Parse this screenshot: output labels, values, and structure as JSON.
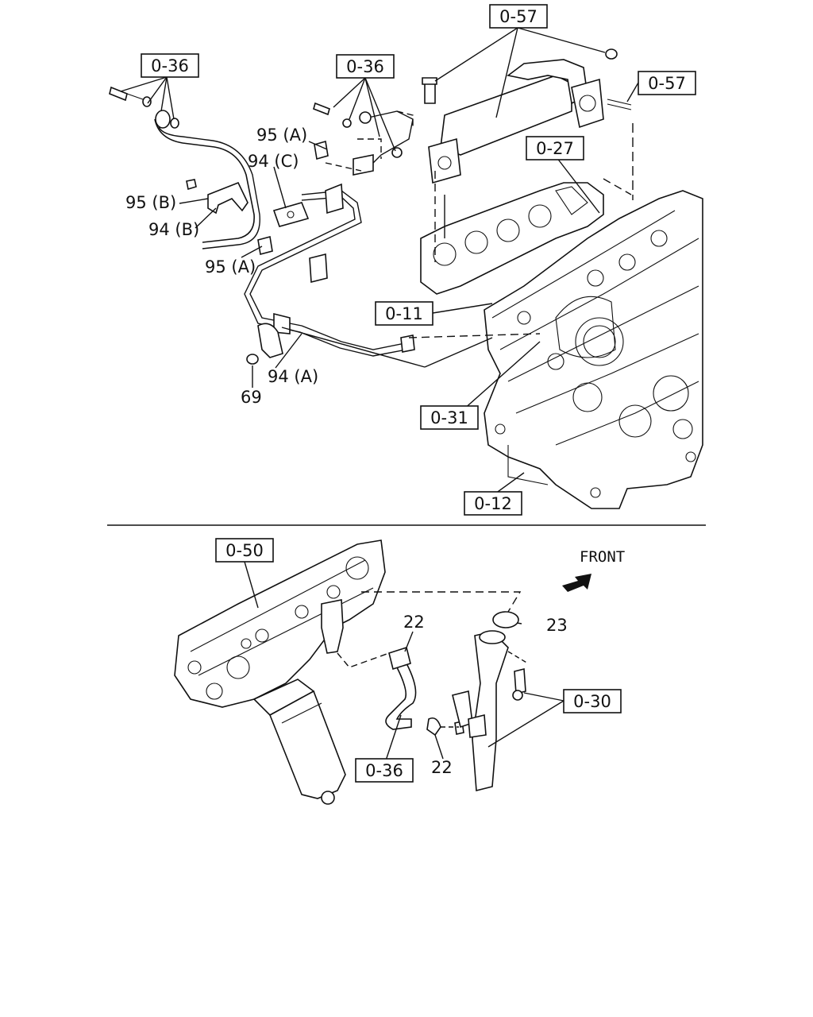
{
  "top_section": {
    "ref_boxes": {
      "r057_top": "0-57",
      "r057_right": "0-57",
      "r036_left": "0-36",
      "r036_mid": "0-36",
      "r027": "0-27",
      "r011": "0-11",
      "r031": "0-31",
      "r012": "0-12"
    },
    "part_labels": {
      "p95a_top": "95 (A)",
      "p94c": "94 (C)",
      "p95b": "95 (B)",
      "p94b": "94 (B)",
      "p95a_low": "95 (A)",
      "p94a": "94 (A)",
      "p69": "69"
    }
  },
  "bottom_section": {
    "ref_boxes": {
      "r050": "0-50",
      "r030": "0-30",
      "r036_bottom": "0-36"
    },
    "part_labels": {
      "p22_top": "22",
      "p22_bottom": "22",
      "p23": "23"
    },
    "direction": {
      "label": "FRONT",
      "icon": "front-arrow-icon"
    }
  }
}
